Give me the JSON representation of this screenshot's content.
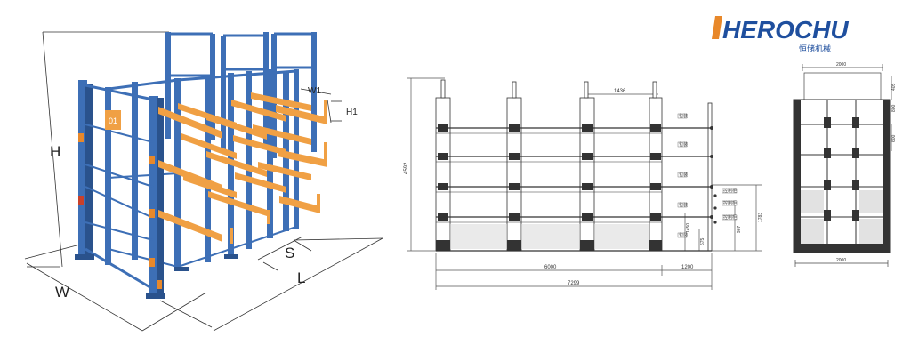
{
  "brand": {
    "name": "HEROCHU",
    "subtitle": "恒储机械",
    "accent_blue": "#1f4f9e",
    "accent_orange": "#e8882a"
  },
  "iso_view": {
    "labels": {
      "height": "H",
      "width": "W",
      "length": "L",
      "spacing": "S",
      "arm_width": "W1",
      "arm_height": "H1",
      "tag": "01"
    },
    "colors": {
      "upright": "#3d6fb6",
      "upright_dark": "#2a528c",
      "arm": "#f0a044",
      "arm_dark": "#c97a22",
      "dimension_line": "#333333"
    }
  },
  "front_view": {
    "dims": {
      "top_span": "1436",
      "total_height": "4592",
      "inner_length": "6000",
      "extension": "1200",
      "overall_length": "7299",
      "side_a": "1450",
      "side_b": "675",
      "side_c": "967",
      "side_d": "1783"
    },
    "tags": [
      "包装",
      "包装",
      "包装",
      "包装",
      "包装",
      "控制柜",
      "控制柜",
      "控制柜"
    ]
  },
  "side_view": {
    "dims": {
      "top_width": "2000",
      "bottom_width": "2000",
      "right_a": "405",
      "right_b": "600",
      "right_c": "800"
    }
  }
}
